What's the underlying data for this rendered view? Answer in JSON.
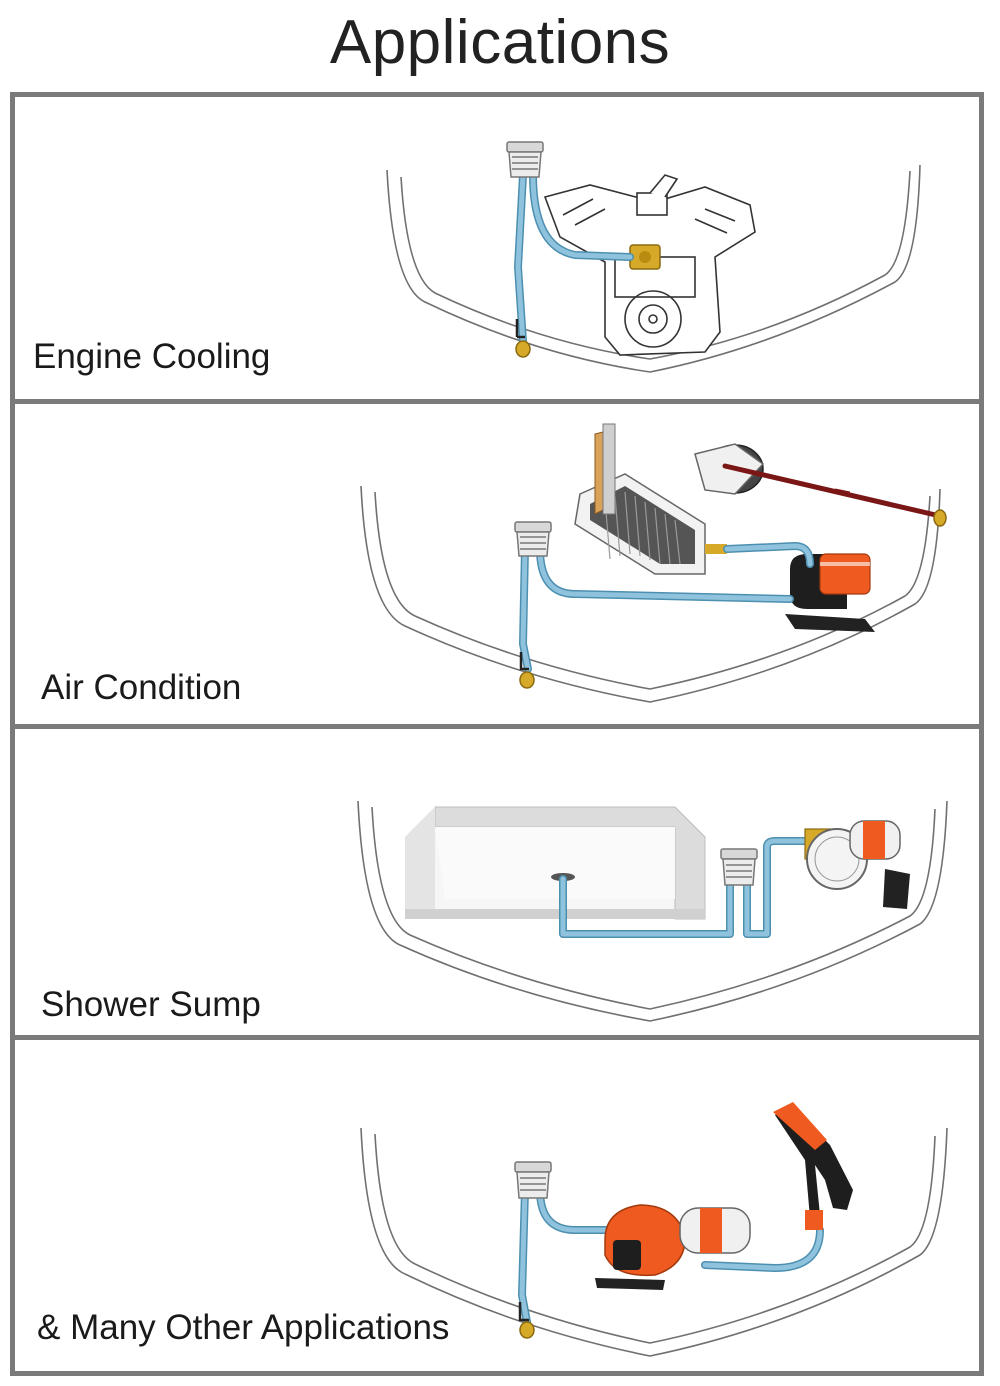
{
  "title": "Applications",
  "panels": [
    {
      "label": "Engine Cooling"
    },
    {
      "label": "Air Condition"
    },
    {
      "label": "Shower Sump"
    },
    {
      "label": "& Many Other Applications"
    }
  ],
  "colors": {
    "border": "#7a7a7a",
    "hose": "#8fc3dd",
    "hose_outline": "#4d8fb0",
    "hull_line": "#707070",
    "brass": "#d7a928",
    "pump_orange": "#ee5a1f",
    "ac_line": "#7a1616"
  },
  "icons": [
    "strainer-icon",
    "thru-hull-fitting-icon",
    "engine-icon",
    "air-conditioner-icon",
    "pump-icon",
    "shower-tray-icon",
    "spray-nozzle-icon"
  ]
}
